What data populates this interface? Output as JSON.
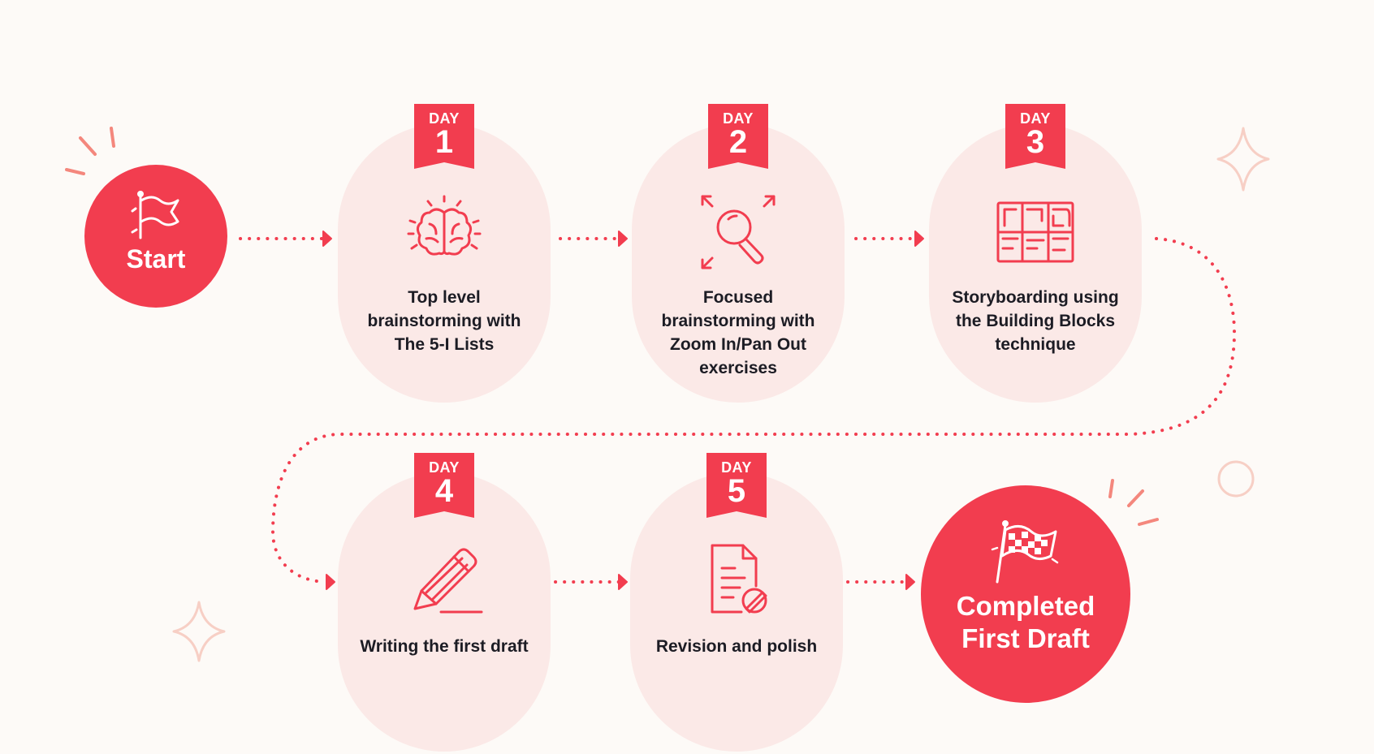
{
  "start": {
    "label": "Start"
  },
  "finish": {
    "label": "Completed First Draft"
  },
  "steps": [
    {
      "day_word": "DAY",
      "day_num": "1",
      "text": "Top level brainstorming with The 5-I Lists",
      "icon": "brain-icon"
    },
    {
      "day_word": "DAY",
      "day_num": "2",
      "text": "Focused brainstorming with Zoom In/Pan Out exercises",
      "icon": "magnifier-zoom-icon"
    },
    {
      "day_word": "DAY",
      "day_num": "3",
      "text": "Storyboarding using the Building Blocks technique",
      "icon": "storyboard-grid-icon"
    },
    {
      "day_word": "DAY",
      "day_num": "4",
      "text": "Writing the first draft",
      "icon": "pencil-icon"
    },
    {
      "day_word": "DAY",
      "day_num": "5",
      "text": "Revision and polish",
      "icon": "document-edit-icon"
    }
  ],
  "colors": {
    "accent": "#f23d4f",
    "pill_bg": "#fbe9e7",
    "text": "#1c1c24",
    "background": "#fdfaf7",
    "decor": "#f7cfc5"
  }
}
